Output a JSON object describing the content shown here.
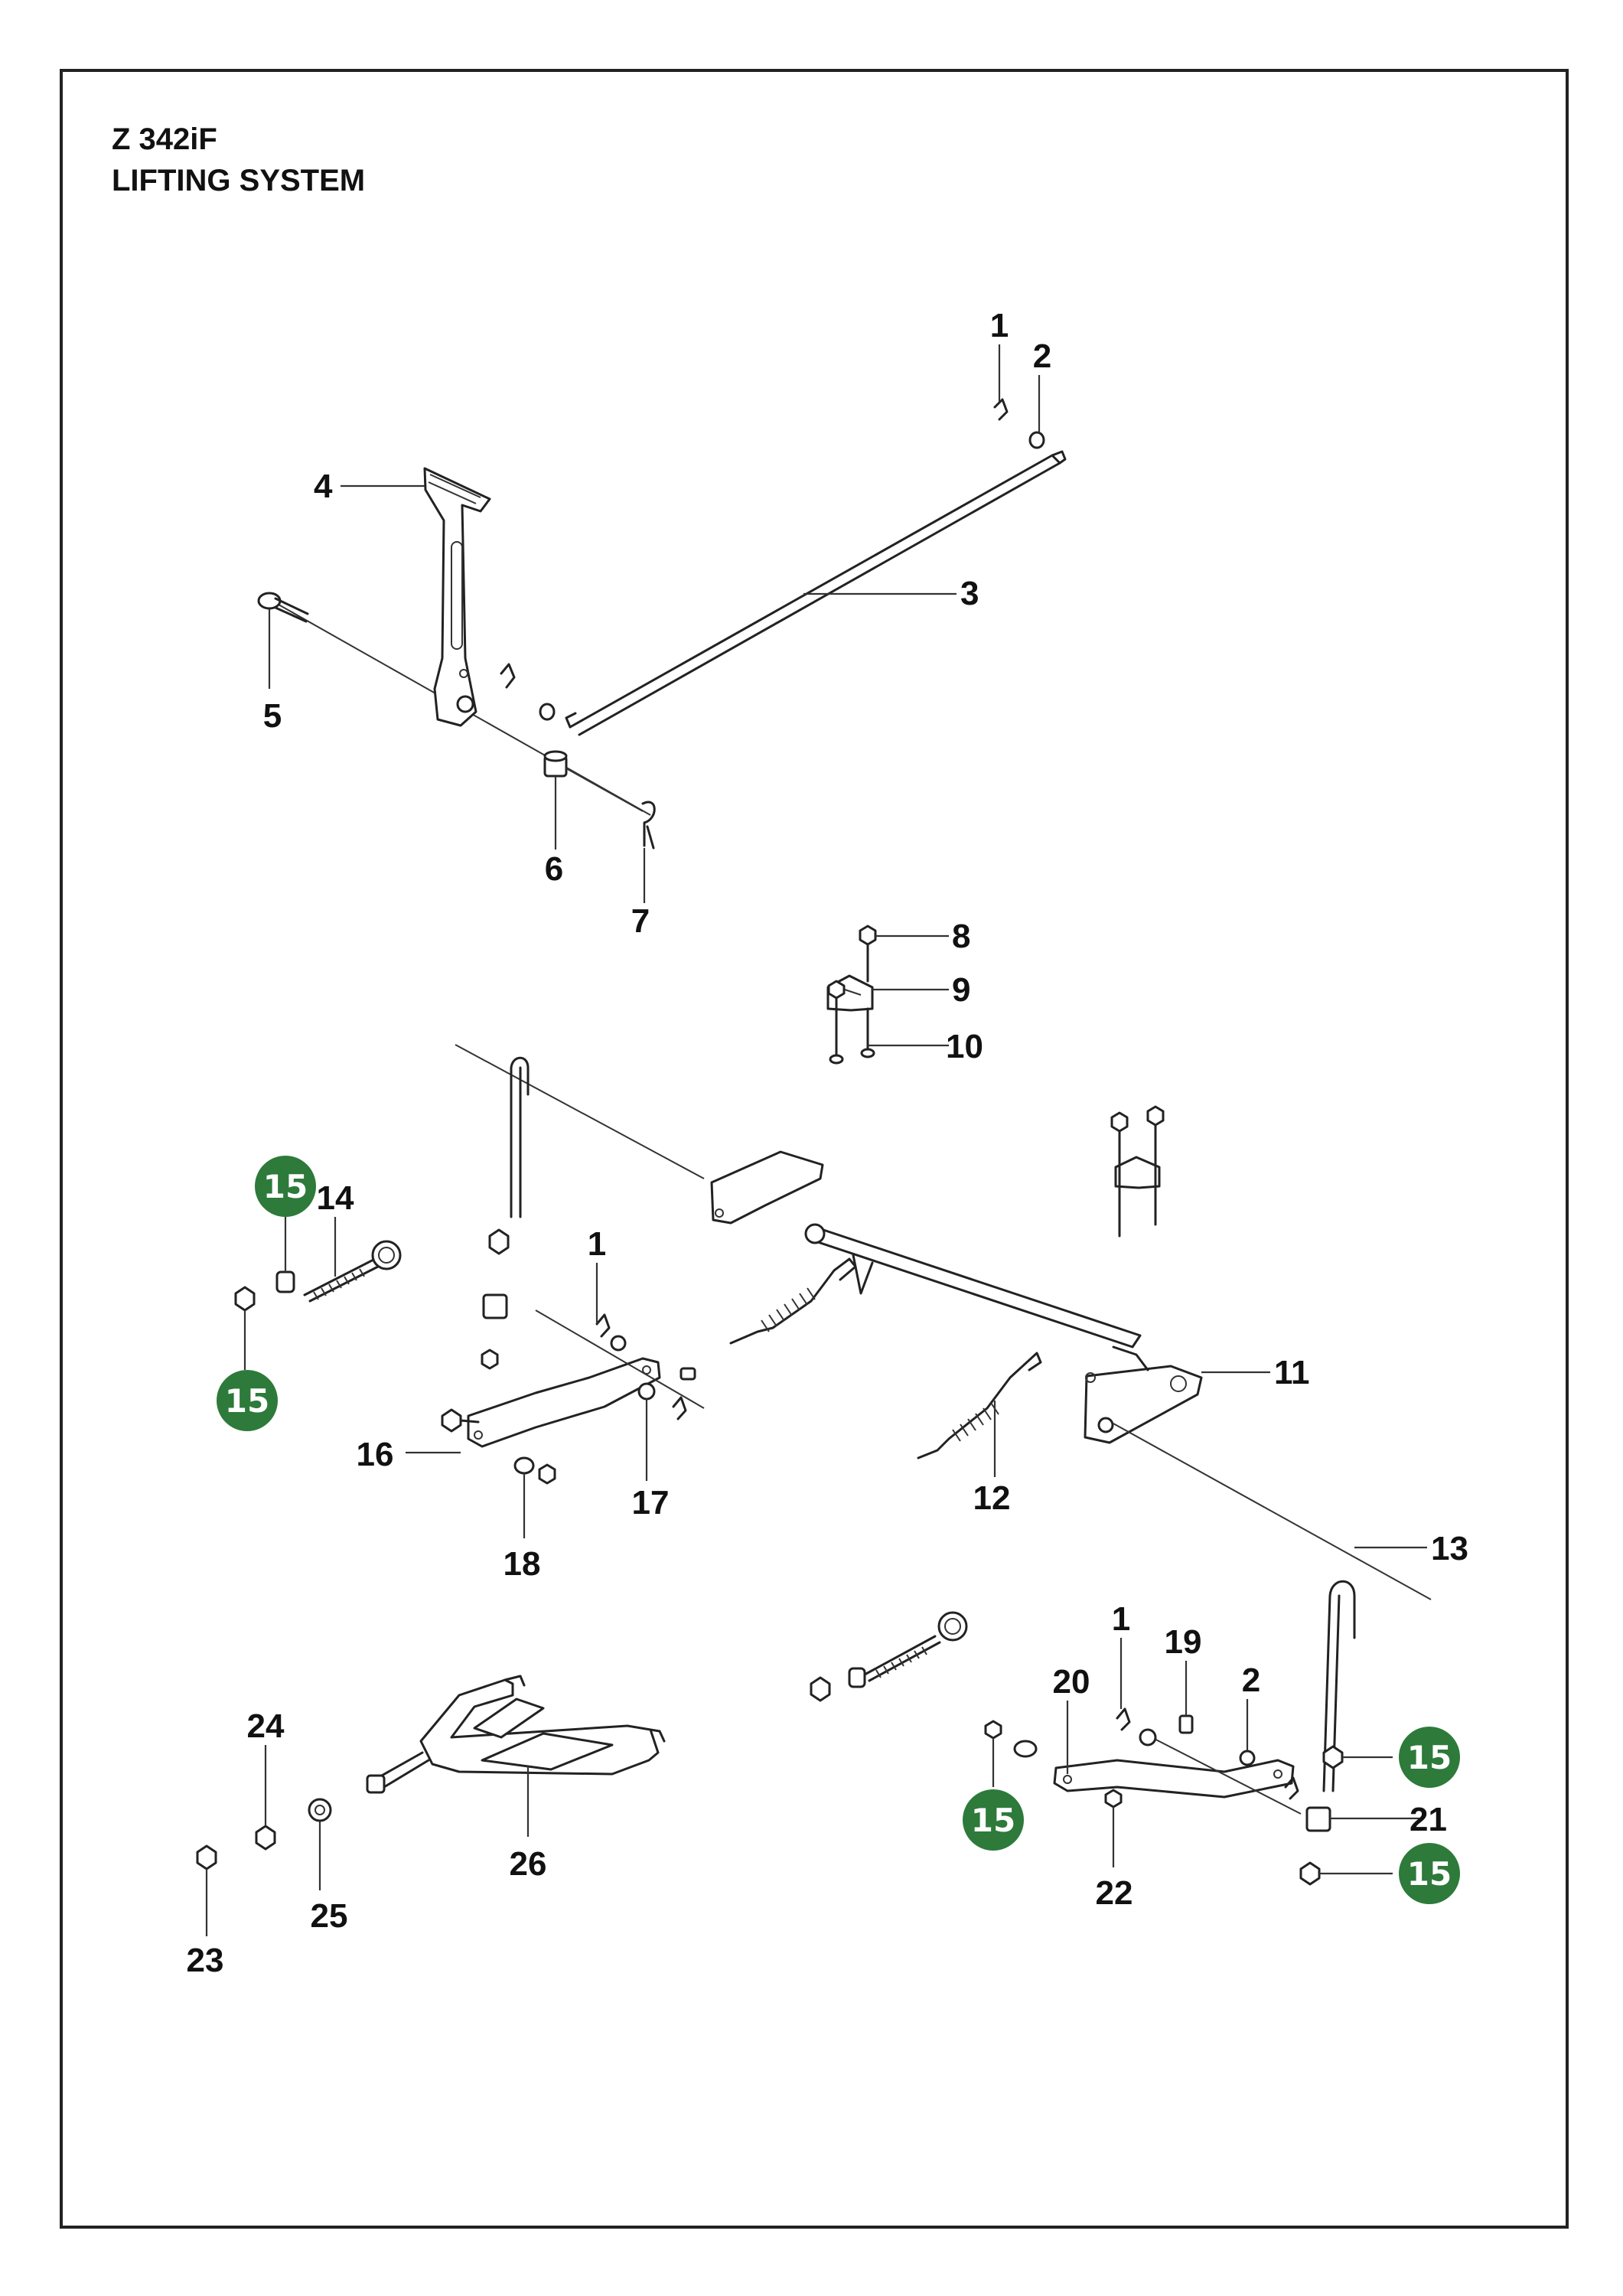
{
  "header": {
    "model": "Z 342iF",
    "system": "LIFTING SYSTEM"
  },
  "colors": {
    "badge": "#2d7a3a",
    "badge_text": "#ffffff",
    "line": "#222222"
  },
  "callouts": [
    {
      "id": "c1a",
      "label": "1"
    },
    {
      "id": "c2a",
      "label": "2"
    },
    {
      "id": "c3",
      "label": "3"
    },
    {
      "id": "c4",
      "label": "4"
    },
    {
      "id": "c5",
      "label": "5"
    },
    {
      "id": "c6",
      "label": "6"
    },
    {
      "id": "c7",
      "label": "7"
    },
    {
      "id": "c8",
      "label": "8"
    },
    {
      "id": "c9",
      "label": "9"
    },
    {
      "id": "c10",
      "label": "10"
    },
    {
      "id": "c14",
      "label": "14"
    },
    {
      "id": "c1b",
      "label": "1"
    },
    {
      "id": "c11",
      "label": "11"
    },
    {
      "id": "c12",
      "label": "12"
    },
    {
      "id": "c16",
      "label": "16"
    },
    {
      "id": "c17",
      "label": "17"
    },
    {
      "id": "c18",
      "label": "18"
    },
    {
      "id": "c13",
      "label": "13"
    },
    {
      "id": "c1c",
      "label": "1"
    },
    {
      "id": "c19",
      "label": "19"
    },
    {
      "id": "c2b",
      "label": "2"
    },
    {
      "id": "c20",
      "label": "20"
    },
    {
      "id": "c21",
      "label": "21"
    },
    {
      "id": "c22",
      "label": "22"
    },
    {
      "id": "c24",
      "label": "24"
    },
    {
      "id": "c25",
      "label": "25"
    },
    {
      "id": "c23",
      "label": "23"
    },
    {
      "id": "c26",
      "label": "26"
    }
  ],
  "badges": [
    {
      "id": "b15a",
      "label": "15"
    },
    {
      "id": "b15b",
      "label": "15"
    },
    {
      "id": "b15c",
      "label": "15"
    },
    {
      "id": "b15d",
      "label": "15"
    },
    {
      "id": "b15e",
      "label": "15"
    }
  ]
}
